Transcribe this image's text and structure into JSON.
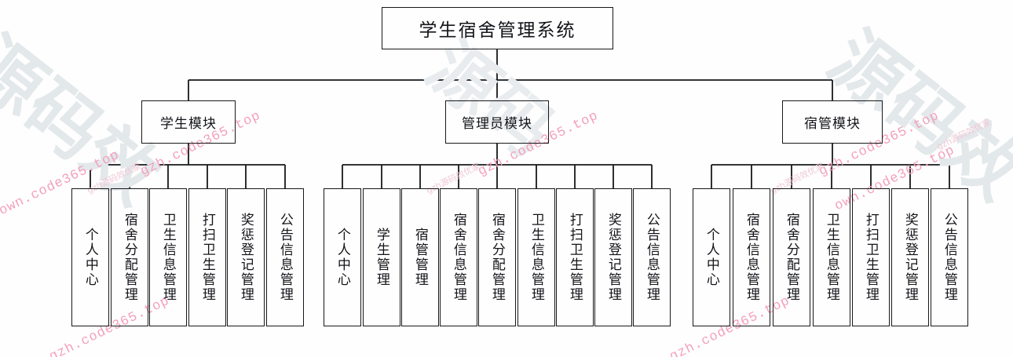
{
  "diagram": {
    "type": "hierarchy-tree",
    "title": "学生宿舍管理系统",
    "root": {
      "label": "学生宿舍管理系统"
    },
    "branches": [
      {
        "id": "student-module",
        "label": "学生模块",
        "children": [
          {
            "label": "个人中心"
          },
          {
            "label": "宿舍分配管理"
          },
          {
            "label": "卫生信息管理"
          },
          {
            "label": "打扫卫生管理"
          },
          {
            "label": "奖惩登记管理"
          },
          {
            "label": "公告信息管理"
          }
        ]
      },
      {
        "id": "admin-module",
        "label": "管理员模块",
        "children": [
          {
            "label": "个人中心"
          },
          {
            "label": "学生管理"
          },
          {
            "label": "宿管管理"
          },
          {
            "label": "宿舍信息管理"
          },
          {
            "label": "宿舍分配管理"
          },
          {
            "label": "卫生信息管理"
          },
          {
            "label": "打扫卫生管理"
          },
          {
            "label": "奖惩登记管理"
          },
          {
            "label": "公告信息管理"
          }
        ]
      },
      {
        "id": "dorm-manager-module",
        "label": "宿管模块",
        "children": [
          {
            "label": "个人中心"
          },
          {
            "label": "宿舍信息管理"
          },
          {
            "label": "宿舍分配管理"
          },
          {
            "label": "卫生信息管理"
          },
          {
            "label": "打扫卫生管理"
          },
          {
            "label": "奖惩登记管理"
          },
          {
            "label": "公告信息管理"
          }
        ]
      }
    ]
  },
  "watermarks": {
    "url_primary": "own.code365.top",
    "url_secondary": "gzh.code365.top",
    "url_third": "gzh.code365.top",
    "cjk_a": "源码效",
    "cjk_b": "源码",
    "cjk_c": "源码效",
    "small_a": "gzh源码效优家",
    "small_b": "gzh源码效优家",
    "small_c": "gzh源码效优家",
    "small_d": "gzh源码效优家",
    "colors": {
      "url_pink": "#f4a0bd",
      "cjk_gray": "#e3e8ea",
      "line": "#17181a",
      "background": "#fefefe"
    }
  }
}
